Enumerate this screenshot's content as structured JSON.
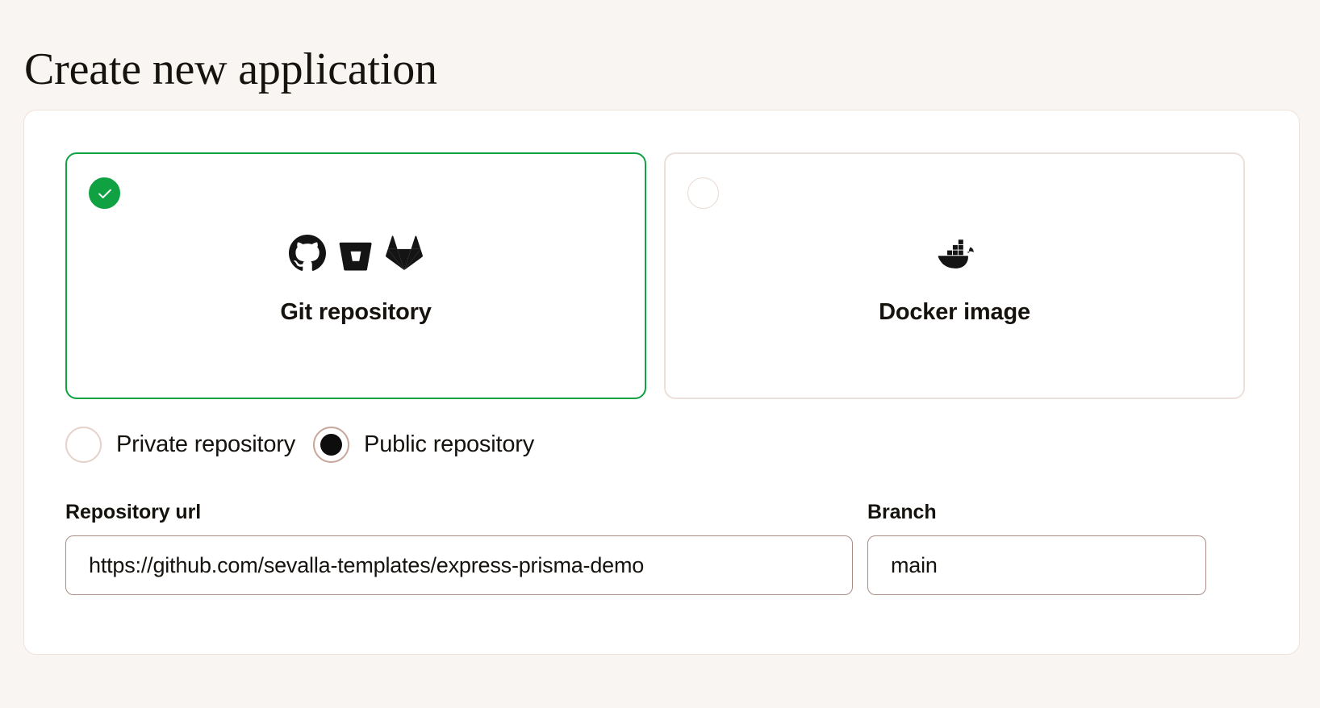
{
  "page": {
    "title": "Create new application"
  },
  "source_cards": [
    {
      "id": "git-repository",
      "label": "Git repository",
      "selected": true,
      "icons": [
        "github-icon",
        "bitbucket-icon",
        "gitlab-icon"
      ],
      "badge_icon": "check-icon"
    },
    {
      "id": "docker-image",
      "label": "Docker image",
      "selected": false,
      "icons": [
        "docker-icon"
      ],
      "badge_icon": "empty-circle-icon"
    }
  ],
  "visibility": {
    "options": [
      {
        "id": "private-repository",
        "label": "Private repository",
        "checked": false
      },
      {
        "id": "public-repository",
        "label": "Public repository",
        "checked": true
      }
    ]
  },
  "fields": {
    "repository_url": {
      "label": "Repository url",
      "value": "https://github.com/sevalla-templates/express-prisma-demo",
      "placeholder": "https://github.com/user/repo"
    },
    "branch": {
      "label": "Branch",
      "value": "main",
      "placeholder": "main"
    }
  },
  "colors": {
    "page_background": "#f9f5f2",
    "panel_background": "#ffffff",
    "panel_border": "#f0e2db",
    "selected_accent": "#10a242",
    "card_border": "#ece0da",
    "input_border": "#ab8d85",
    "text": "#16130f"
  }
}
